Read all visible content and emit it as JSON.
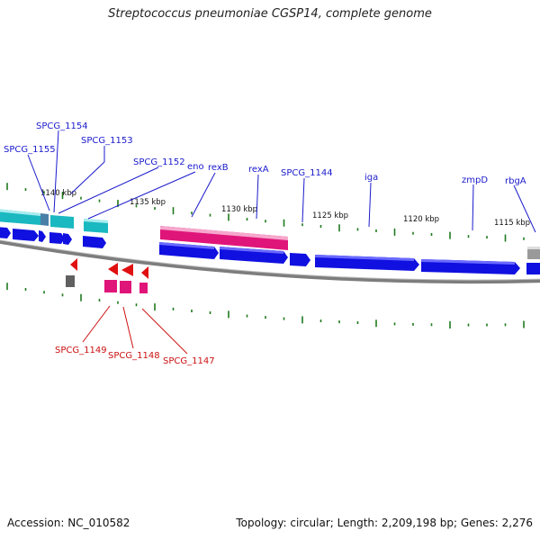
{
  "header": {
    "title": "Streptococcus pneumoniae CGSP14, complete genome"
  },
  "footer": {
    "accession": "Accession: NC_010582",
    "summary": "Topology: circular; Length: 2,209,198 bp; Genes: 2,276"
  },
  "colors": {
    "backbone": "#8a8a8a",
    "cds": "#1010e0",
    "cyan_gene": "#1ab8c0",
    "pink_gene": "#e0157a",
    "red_gene": "#e01010",
    "gray_gene": "#909090",
    "tick": "#1e7a1e"
  },
  "scale": {
    "labels": [
      "1140 kbp",
      "1135 kbp",
      "1130 kbp",
      "1125 kbp",
      "1120 kbp",
      "1115 kbp"
    ]
  },
  "gene_labels_top": [
    "SPCG_1155",
    "SPCG_1154",
    "SPCG_1153",
    "SPCG_1152",
    "eno",
    "rexB",
    "rexA",
    "SPCG_1144",
    "iga",
    "zmpD",
    "rbgA"
  ],
  "gene_labels_bottom": [
    "SPCG_1149",
    "SPCG_1148",
    "SPCG_1147"
  ]
}
